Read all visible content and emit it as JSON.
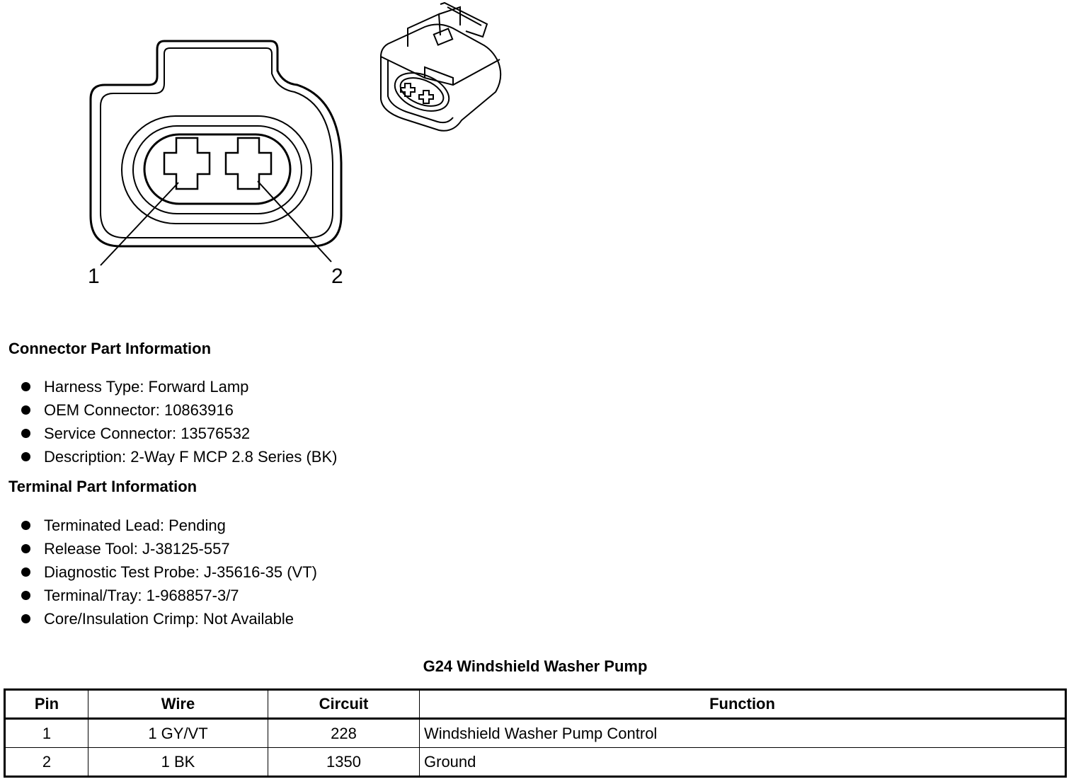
{
  "connector_face": {
    "pin_labels": [
      "1",
      "2"
    ]
  },
  "connector_info": {
    "heading": "Connector Part Information",
    "items": [
      "Harness Type: Forward Lamp",
      "OEM Connector: 10863916",
      "Service Connector: 13576532",
      "Description: 2-Way F MCP 2.8 Series (BK)"
    ]
  },
  "terminal_info": {
    "heading": "Terminal Part Information",
    "items": [
      "Terminated Lead: Pending",
      "Release Tool: J-38125-557",
      "Diagnostic Test Probe: J-35616-35 (VT)",
      "Terminal/Tray: 1-968857-3/7",
      "Core/Insulation Crimp: Not Available"
    ]
  },
  "pin_table": {
    "title": "G24 Windshield Washer Pump",
    "headers": [
      "Pin",
      "Wire",
      "Circuit",
      "Function"
    ],
    "rows": [
      [
        "1",
        "1 GY/VT",
        "228",
        "Windshield Washer Pump Control"
      ],
      [
        "2",
        "1 BK",
        "1350",
        "Ground"
      ]
    ]
  }
}
